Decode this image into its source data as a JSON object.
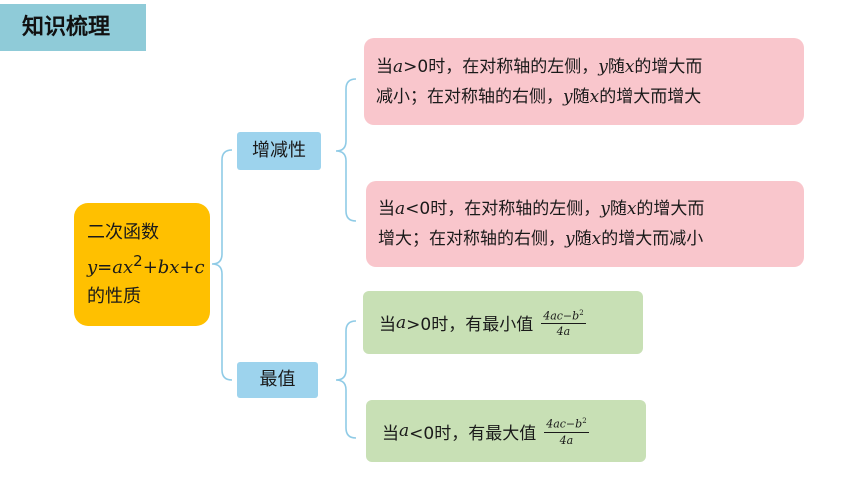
{
  "title": "知识梳理",
  "root": {
    "line1": "二次函数",
    "formula_y": "y",
    "formula_eq": "=",
    "formula_ax": "ax",
    "formula_sq": "2",
    "formula_rest": "+bx+c",
    "line3": "的性质"
  },
  "branches": {
    "monotonicity": "增减性",
    "extremum": "最值"
  },
  "monotonicity_items": [
    {
      "prefix": "当",
      "var": "a",
      "cond": ">0时，在对称轴的左侧，",
      "yvar": "y",
      "sui": "随",
      "xvar": "x",
      "tail1": "的增大而",
      "line2a": "减小；在对称轴的右侧，",
      "line2y": "y",
      "line2sui": "随",
      "line2x": "x",
      "line2tail": "的增大而增大"
    },
    {
      "prefix": "当",
      "var": "a",
      "cond": "<0时，在对称轴的左侧，",
      "yvar": "y",
      "sui": "随",
      "xvar": "x",
      "tail1": "的增大而",
      "line2a": "增大；在对称轴的右侧，",
      "line2y": "y",
      "line2sui": "随",
      "line2x": "x",
      "line2tail": "的增大而减小"
    }
  ],
  "extremum_items": [
    {
      "prefix": "当",
      "var": "a",
      "text": ">0时，有最小值",
      "num_main": "4ac−b",
      "num_exp": "2",
      "den": "4a"
    },
    {
      "prefix": "当",
      "var": "a",
      "text": "<0时，有最大值",
      "num_main": "4ac−b",
      "num_exp": "2",
      "den": "4a"
    }
  ],
  "colors": {
    "title_bg": "#8fcbd8",
    "root_bg": "#ffc000",
    "branch_bg": "#9dd3ed",
    "monotonicity_bg": "#f9c6cc",
    "extremum_bg": "#c8e0b5",
    "bracket": "#8fcbe6"
  }
}
